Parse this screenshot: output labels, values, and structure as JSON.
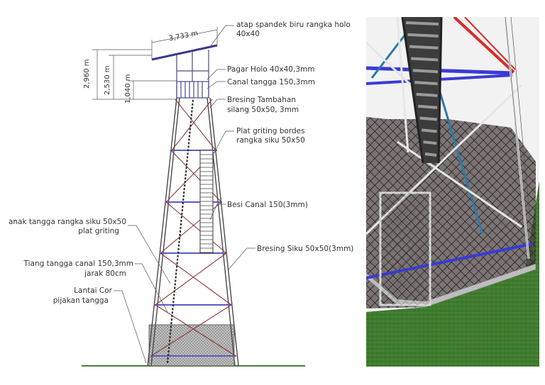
{
  "drawing": {
    "dimensions": {
      "roof_width": "3,733 m",
      "height_total": "2,960 m",
      "height_mid": "2,530 m",
      "height_rail": "1,040 m"
    },
    "labels": {
      "roof": "atap spandek biru rangka holo",
      "roof_size": "40x40",
      "railing": "Pagar Holo 40x40,3mm",
      "ladder_channel": "Canal tangga 150,3mm",
      "extra_bracing_1": "Bresing Tambahan",
      "extra_bracing_2": "silang 50x50, 3mm",
      "landing_1": "Plat griting bordes",
      "landing_2": "rangka siku 50x50",
      "channel": "Besi Canal 150(3mm)",
      "step_1": "anak tangga rangka siku 50x50",
      "step_2": "plat griting",
      "angle_bracing": "Bresing Siku 50x50(3mm)",
      "post_1": "Tiang tangga canal 150,3mm",
      "post_2": "jarak 80cm",
      "floor_1": "Lantai Cor",
      "floor_2": "pijakan tangga"
    }
  },
  "colors": {
    "frame": "#4a4a4a",
    "ring": "#5a5ac8",
    "bracing": "#8a3a3a",
    "stair": "#3a3a3a",
    "mesh_fill": "#9a9a9a",
    "ground": "#4a7a3a",
    "sky_render": "#f4f4f4",
    "mesh_render": "#2a2a2a",
    "grass": "#3f7a2e",
    "blue_beam": "#3a3ad8",
    "red_beam": "#d82a2a",
    "teal_brace": "#2a7aa8"
  }
}
